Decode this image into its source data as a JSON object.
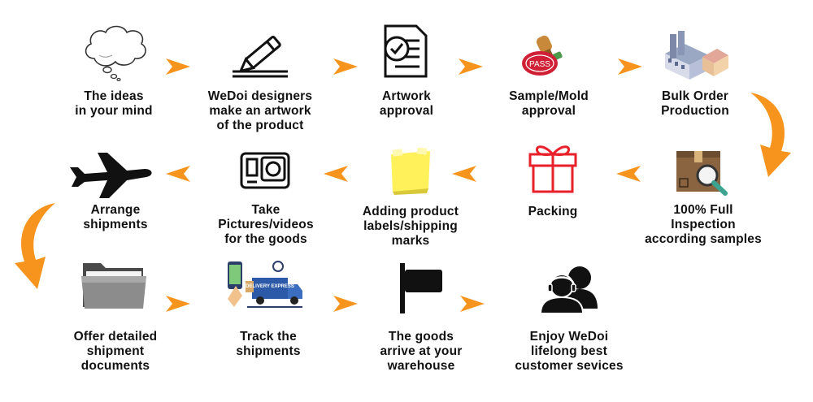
{
  "steps": [
    {
      "id": "ideas",
      "label": "The ideas\nin your mind",
      "icon": "thought-cloud-icon"
    },
    {
      "id": "artwork",
      "label": "WeDoi designers\nmake an artwork\nof the product",
      "icon": "pen-drawing-icon"
    },
    {
      "id": "artwork-approval",
      "label": "Artwork\napproval",
      "icon": "checklist-document-icon"
    },
    {
      "id": "sample-approval",
      "label": "Sample/Mold\napproval",
      "icon": "pass-stamp-icon",
      "stamp_text": "PASS"
    },
    {
      "id": "bulk-production",
      "label": "Bulk Order\nProduction",
      "icon": "factory-icon"
    },
    {
      "id": "inspection",
      "label": "100% Full\nInspection\naccording samples",
      "icon": "box-inspection-icon"
    },
    {
      "id": "packing",
      "label": "Packing",
      "icon": "gift-box-icon"
    },
    {
      "id": "labels",
      "label": "Adding product\nlabels/shipping\nmarks",
      "icon": "sticky-note-icon"
    },
    {
      "id": "pictures",
      "label": "Take\nPictures/videos\nfor the goods",
      "icon": "camera-icon"
    },
    {
      "id": "shipments",
      "label": "Arrange\nshipments",
      "icon": "airplane-icon"
    },
    {
      "id": "documents",
      "label": "Offer detailed\nshipment\ndocuments",
      "icon": "folder-icon"
    },
    {
      "id": "track",
      "label": "Track the\nshipments",
      "icon": "delivery-truck-icon",
      "truck_text": "DELIVERY EXPRESS"
    },
    {
      "id": "arrive",
      "label": "The goods\narrive at your\nwarehouse",
      "icon": "flag-icon"
    },
    {
      "id": "service",
      "label": "Enjoy WeDoi\nlifelong best\ncustomer sevices",
      "icon": "customer-support-icon"
    }
  ],
  "colors": {
    "arrow": "#f7941d",
    "text": "#111111",
    "gift": "#e8202a",
    "note": "#fff15a"
  }
}
